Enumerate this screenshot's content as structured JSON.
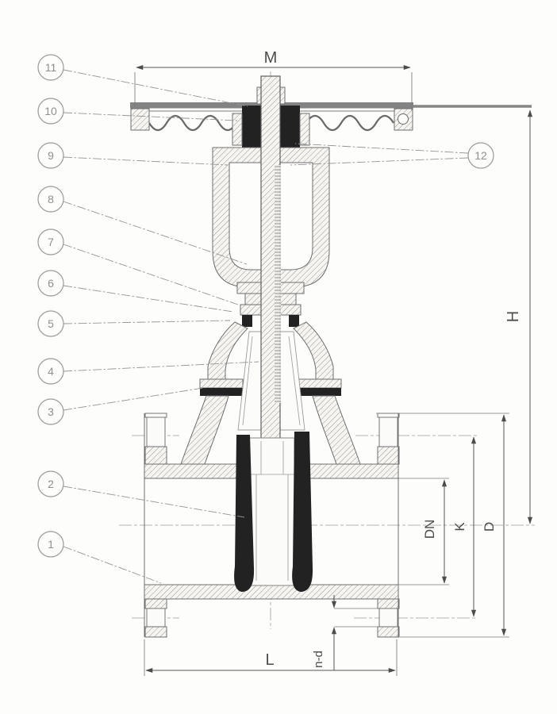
{
  "dimension_labels": {
    "handwheel_diameter": "M",
    "overall_height": "H",
    "nominal_bore": "DN",
    "bolt_circle": "K",
    "flange_diameter": "D",
    "face_to_face": "L",
    "bolt_holes": "n-d"
  },
  "part_callouts": [
    "1",
    "2",
    "3",
    "4",
    "5",
    "6",
    "7",
    "8",
    "9",
    "10",
    "11",
    "12"
  ],
  "colors": {
    "paper": "#fdfdfb",
    "line": "#6e6e6e",
    "hatch_line": "#9a968f",
    "solid_fill": "#222222",
    "dimension": "#4c4c4c",
    "callout": "#8f8f8f"
  }
}
